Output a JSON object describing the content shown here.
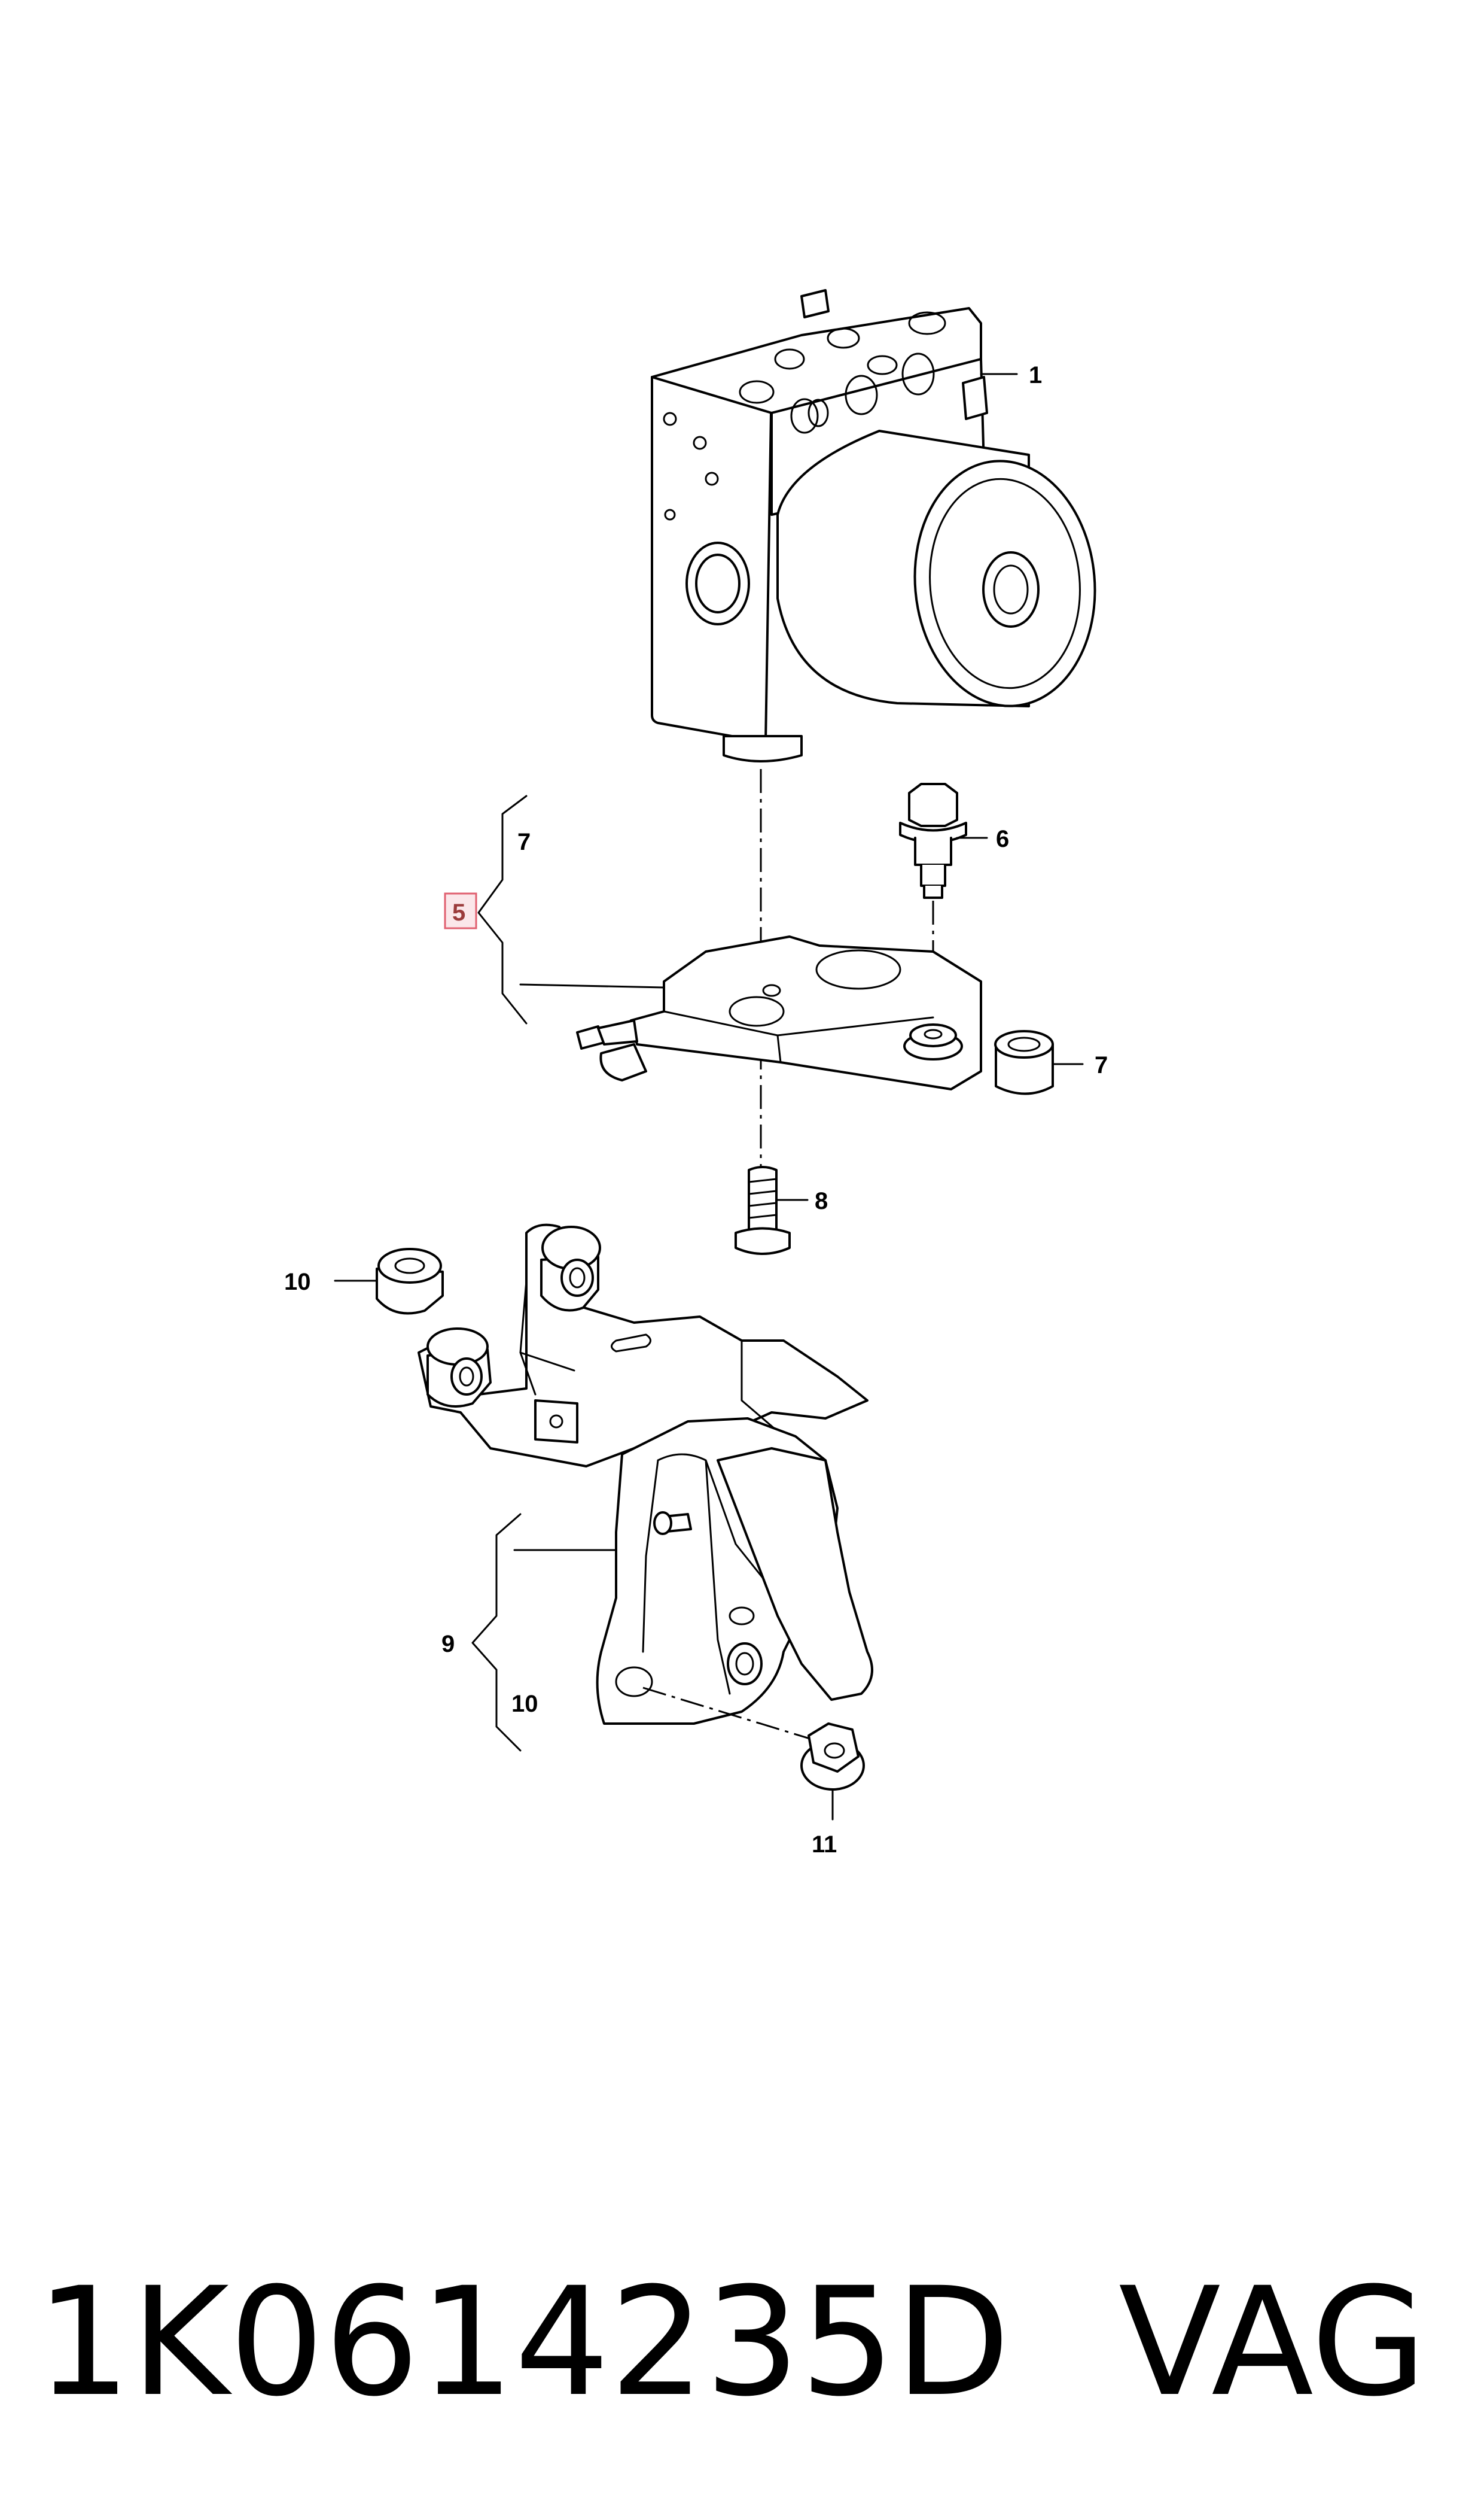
{
  "diagram": {
    "callouts": {
      "c1": "1",
      "c5": "5",
      "c6": "6",
      "c7a": "7",
      "c7b": "7",
      "c8": "8",
      "c9": "9",
      "c10a": "10",
      "c10b": "10",
      "c11": "11"
    },
    "caption": {
      "part_number": "1K0614235D",
      "brand": "VAG"
    },
    "colors": {
      "line": "#000000",
      "highlight_border": "#e06070",
      "highlight_fill": "#fbe7ea"
    }
  }
}
